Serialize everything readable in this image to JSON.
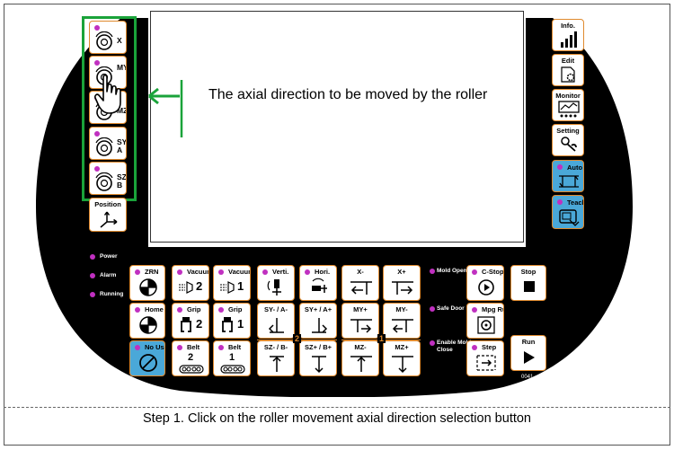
{
  "annotation": {
    "text": "The axial direction to be moved by the roller"
  },
  "caption": "Step 1. Click on the roller movement axial direction selection button",
  "left_column": [
    {
      "name": "roller-axis-x-button",
      "label": "X"
    },
    {
      "name": "roller-axis-my-button",
      "label": "MY"
    },
    {
      "name": "roller-axis-mz-button",
      "label": "MZ"
    },
    {
      "name": "roller-axis-sy-a-button",
      "label": "SY\nA"
    },
    {
      "name": "roller-axis-sz-b-button",
      "label": "SZ\nB"
    }
  ],
  "position_button": {
    "label": "Position"
  },
  "right_column": [
    {
      "name": "info-button",
      "label": "Info."
    },
    {
      "name": "edit-button",
      "label": "Edit"
    },
    {
      "name": "monitor-button",
      "label": "Monitor"
    },
    {
      "name": "setting-button",
      "label": "Setting"
    },
    {
      "name": "auto-button",
      "label": "Auto"
    },
    {
      "name": "teach-button",
      "label": "Teach"
    }
  ],
  "indicators": {
    "power": "Power",
    "alarm": "Alarm",
    "running": "Running",
    "mold_open": "Mold Open",
    "safe_door": "Safe Door",
    "enable_mold_close": "Enable Mold Close"
  },
  "keys": {
    "zrn": "ZRN",
    "home": "Home",
    "no_use": "No Use",
    "vacuum2": "Vacuum",
    "vacuum2_num": "2",
    "vacuum1": "Vacuum",
    "vacuum1_num": "1",
    "grip2": "Grip",
    "grip2_num": "2",
    "grip1": "Grip",
    "grip1_num": "1",
    "belt2": "Belt",
    "belt2_num": "2",
    "belt1": "Belt",
    "belt1_num": "1",
    "verti": "Verti.",
    "hori": "Hori.",
    "sy_minus": "SY- / A-",
    "sy_plus": "SY+ / A+",
    "sz_minus": "SZ- / B-",
    "sz_plus": "SZ+ / B+",
    "x_minus": "X-",
    "x_plus": "X+",
    "my_plus": "MY+",
    "my_minus": "MY-",
    "mz_minus": "MZ-",
    "mz_plus": "MZ+",
    "c_stop": "C-Stop",
    "mpg_run": "Mpg Run",
    "step": "Step",
    "stop": "Stop",
    "run": "Run",
    "group2": "2",
    "group1": "1"
  },
  "serial": "0041",
  "colors": {
    "body": "#000000",
    "accent_border": "#e08a2e",
    "indicator": "#c030c0",
    "highlight": "#1aa33a",
    "blue_key": "#4aa8d8"
  }
}
